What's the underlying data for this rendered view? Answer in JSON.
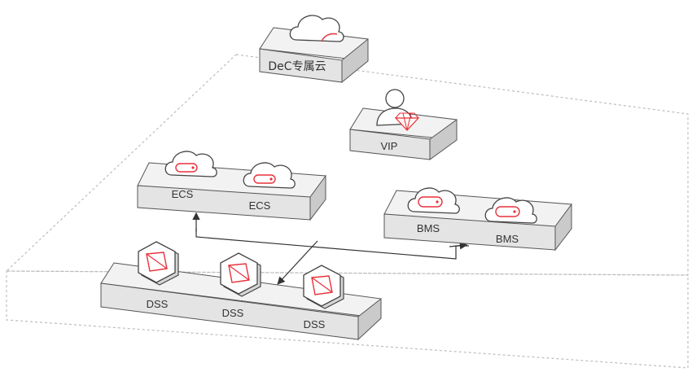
{
  "diagram": {
    "colors": {
      "accent": "#e8313a",
      "outline": "#4a4a4a",
      "platform_top": "#f4f4f4",
      "platform_front": "#e2e2e2",
      "platform_side": "#c9c9c9",
      "border_dashed": "#bdbdbd"
    },
    "nodes": {
      "dec": {
        "label": "DeC专属云",
        "icon": "cloud-icon"
      },
      "vip": {
        "label": "VIP",
        "icon": "vip-user-icon"
      },
      "ecs": [
        {
          "label": "ECS",
          "icon": "cloud-server-icon"
        },
        {
          "label": "ECS",
          "icon": "cloud-server-icon"
        }
      ],
      "bms": [
        {
          "label": "BMS",
          "icon": "cloud-server-icon"
        },
        {
          "label": "BMS",
          "icon": "cloud-server-icon"
        }
      ],
      "dss": [
        {
          "label": "DSS",
          "icon": "storage-hexagon-icon"
        },
        {
          "label": "DSS",
          "icon": "storage-hexagon-icon"
        },
        {
          "label": "DSS",
          "icon": "storage-hexagon-icon"
        }
      ]
    }
  }
}
